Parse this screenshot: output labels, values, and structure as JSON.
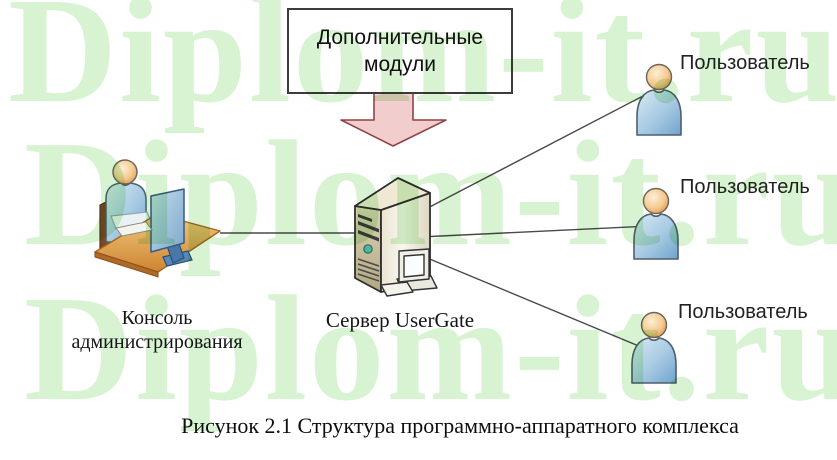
{
  "watermark": {
    "text": "Diplom-it.ru",
    "color": "#d7f3d2",
    "rows": 3
  },
  "diagram": {
    "modules_box": {
      "label": "Дополнительные модули"
    },
    "arrow": {
      "icon": "block-arrow-down-icon",
      "fill": "#f2cdcd",
      "stroke": "#8e4444"
    },
    "server": {
      "label": "Сервер UserGate",
      "icon": "server-tower-icon"
    },
    "admin_console": {
      "label": "Консоль администрирования",
      "icon": "person-at-desk-icon"
    },
    "users": [
      {
        "label": "Пользователь",
        "icon": "person-icon"
      },
      {
        "label": "Пользователь",
        "icon": "person-icon"
      },
      {
        "label": "Пользователь",
        "icon": "person-icon"
      }
    ],
    "connections": [
      "console-to-server",
      "server-to-user-1",
      "server-to-user-2",
      "server-to-user-3"
    ]
  },
  "caption": {
    "text": "Рисунок 2.1 Структура программно-аппаратного комплекса"
  },
  "colors": {
    "watermark_green": "#d7f3d2",
    "arrow_pink": "#f2cdcd",
    "arrow_border": "#8e4444",
    "desk_orange": "#d98d3a",
    "person_body_blue": "#8fb9d8",
    "person_head_orange": "#f0b070",
    "server_beige": "#cfc5a0",
    "monitor_blue": "#9cc0dc",
    "connector_gray": "#4a4a4a",
    "box_border": "#3c3c3c"
  }
}
